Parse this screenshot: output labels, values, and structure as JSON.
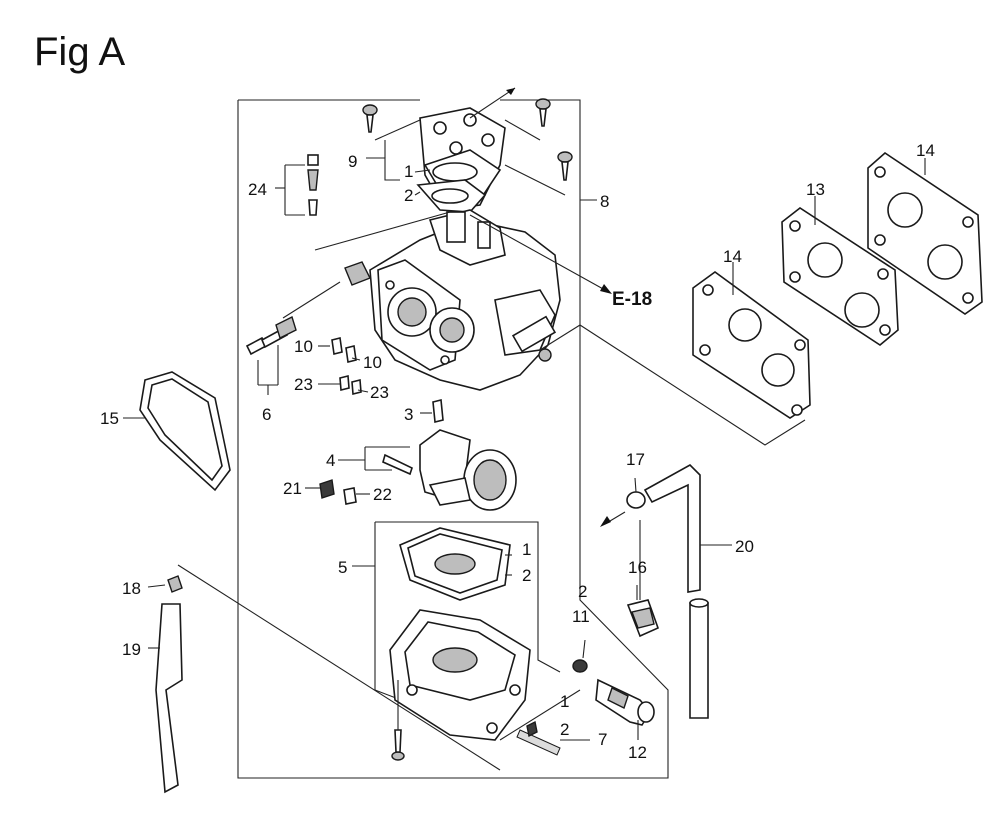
{
  "figure": {
    "title": "Fig A"
  },
  "reference": {
    "label": "E-18"
  },
  "callouts": [
    "1",
    "2",
    "3",
    "4",
    "5",
    "6",
    "7",
    "8",
    "9",
    "10",
    "11",
    "12",
    "13",
    "14",
    "15",
    "16",
    "17",
    "18",
    "19",
    "20",
    "21",
    "22",
    "23",
    "24"
  ],
  "labels": [
    {
      "id": "c9",
      "text": "9"
    },
    {
      "id": "c1a",
      "text": "1"
    },
    {
      "id": "c2a",
      "text": "2"
    },
    {
      "id": "c24",
      "text": "24"
    },
    {
      "id": "c8",
      "text": "8"
    },
    {
      "id": "c10a",
      "text": "10"
    },
    {
      "id": "c10b",
      "text": "10"
    },
    {
      "id": "c23a",
      "text": "23"
    },
    {
      "id": "c23b",
      "text": "23"
    },
    {
      "id": "c6",
      "text": "6"
    },
    {
      "id": "c3",
      "text": "3"
    },
    {
      "id": "c4",
      "text": "4"
    },
    {
      "id": "c21",
      "text": "21"
    },
    {
      "id": "c22",
      "text": "22"
    },
    {
      "id": "c15",
      "text": "15"
    },
    {
      "id": "c5",
      "text": "5"
    },
    {
      "id": "c1b",
      "text": "1"
    },
    {
      "id": "c2b",
      "text": "2"
    },
    {
      "id": "c2c",
      "text": "2"
    },
    {
      "id": "c11",
      "text": "11"
    },
    {
      "id": "c1c",
      "text": "1"
    },
    {
      "id": "c2d",
      "text": "2"
    },
    {
      "id": "c7",
      "text": "7"
    },
    {
      "id": "c12",
      "text": "12"
    },
    {
      "id": "c18",
      "text": "18"
    },
    {
      "id": "c19",
      "text": "19"
    },
    {
      "id": "c17",
      "text": "17"
    },
    {
      "id": "c16",
      "text": "16"
    },
    {
      "id": "c20",
      "text": "20"
    },
    {
      "id": "c14a",
      "text": "14"
    },
    {
      "id": "c13",
      "text": "13"
    },
    {
      "id": "c14b",
      "text": "14"
    }
  ]
}
